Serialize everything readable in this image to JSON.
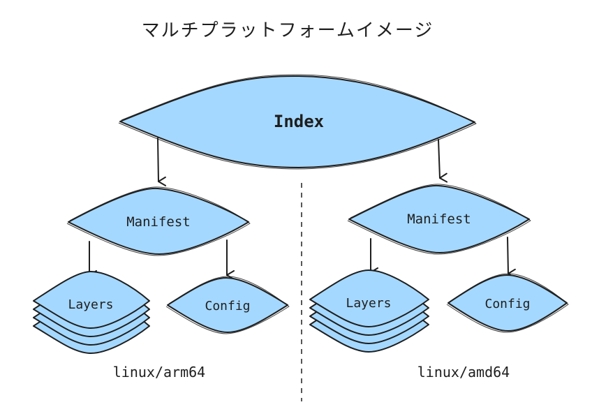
{
  "title": "マルチプラットフォームイメージ",
  "index": {
    "label": "Index"
  },
  "platforms": [
    {
      "name": "linux/arm64",
      "manifest": "Manifest",
      "layers": "Layers",
      "config": "Config"
    },
    {
      "name": "linux/amd64",
      "manifest": "Manifest",
      "layers": "Layers",
      "config": "Config"
    }
  ],
  "colors": {
    "fill": "#a5d8ff",
    "stroke": "#1e1e1e"
  }
}
